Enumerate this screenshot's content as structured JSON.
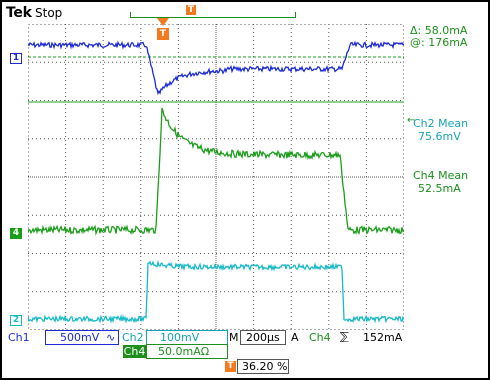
{
  "header": {
    "brand": "Tek",
    "status": "Stop",
    "trigger_marker": "T"
  },
  "markers": {
    "ch1": "1",
    "ch4": "4",
    "ch2": "2"
  },
  "readouts": {
    "cursor_delta": "Δ: 58.0mA",
    "cursor_at": "@: 176mA",
    "level_arrow": "←",
    "ch2_mean_label": "Ch2 Mean",
    "ch2_mean_value": "75.6mV",
    "ch4_mean_label": "Ch4 Mean",
    "ch4_mean_value": "52.5mA"
  },
  "bottom": {
    "ch1_label": "Ch1",
    "ch1_scale": "500mV",
    "ch1_coupling": "∿",
    "ch2_label": "Ch2",
    "ch2_scale": "100mV",
    "ch4_label": "Ch4",
    "ch4_scale": "50.0mAΩ",
    "mode": "M",
    "timebase": "200μs",
    "trig_source_prefix": "A",
    "trig_channel": "Ch4",
    "trig_slope": "⅀",
    "trig_level": "152mA",
    "position_marker": "T",
    "position": "36.20 %"
  },
  "colors": {
    "ch1": "#1e2bd6",
    "ch2": "#18b9c9",
    "ch4": "#1c9e1c",
    "trigger": "#f47a20",
    "grid": "#555555"
  }
}
